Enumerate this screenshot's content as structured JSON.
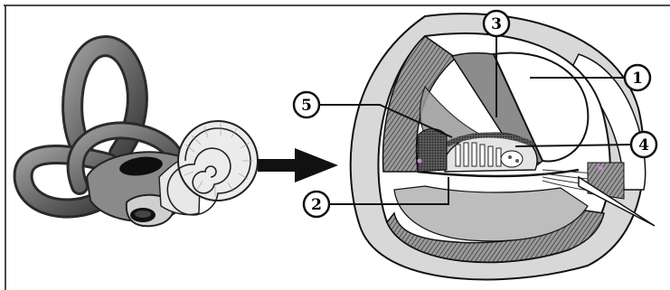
{
  "figure": {
    "labels": [
      "1",
      "2",
      "3",
      "4",
      "5"
    ]
  },
  "colors": {
    "ink": "#111111",
    "bone_gray": "#d6d6d6",
    "duct_gray": "#8c8c8c",
    "membrane_dark": "#3a3a3a",
    "background": "#ffffff",
    "highlight_pink": "#c58bd0"
  },
  "icons": {
    "arrow": "right-arrow-icon"
  }
}
